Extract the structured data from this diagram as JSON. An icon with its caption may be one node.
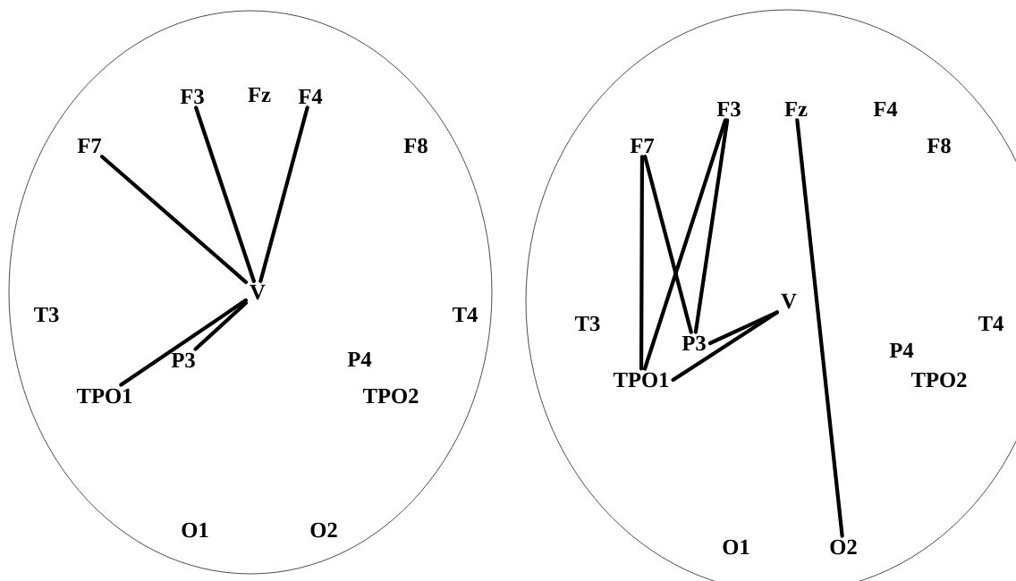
{
  "diagram": {
    "nodes": [
      {
        "text": [],
        "shape": "circle"
      },
      {
        "text": [
          "F3"
        ],
        "in": 0
      },
      {
        "text": [
          "Fz"
        ],
        "in": 0
      },
      {
        "text": [
          "F4"
        ],
        "in": 0
      },
      {
        "text": [
          "F7"
        ],
        "in": 0
      },
      {
        "text": [
          "F8"
        ],
        "in": 0
      },
      {
        "text": [
          "V"
        ],
        "in": 0
      },
      {
        "text": [
          "T3"
        ],
        "in": 0
      },
      {
        "text": [
          "T4"
        ],
        "in": 0
      },
      {
        "text": [
          "P3"
        ],
        "in": 0
      },
      {
        "text": [
          "P4"
        ],
        "in": 0
      },
      {
        "text": [
          "TPO1"
        ],
        "in": 0
      },
      {
        "text": [
          "TPO2"
        ],
        "in": 0
      },
      {
        "text": [
          "O1"
        ],
        "in": 0
      },
      {
        "text": [
          "O2"
        ],
        "in": 0
      },
      {
        "text": [],
        "shape": "circle"
      },
      {
        "text": [
          "F3"
        ],
        "in": 15
      },
      {
        "text": [
          "Fz"
        ],
        "in": 15
      },
      {
        "text": [
          "F4"
        ],
        "in": 15
      },
      {
        "text": [
          "F7"
        ],
        "in": 15
      },
      {
        "text": [
          "F8"
        ],
        "in": 15
      },
      {
        "text": [
          "V"
        ],
        "in": 15
      },
      {
        "text": [
          "T3"
        ],
        "in": 15
      },
      {
        "text": [
          "T4"
        ],
        "in": 15
      },
      {
        "text": [
          "P3"
        ],
        "in": 15
      },
      {
        "text": [
          "P4"
        ],
        "in": 15
      },
      {
        "text": [
          "TPO1"
        ],
        "in": 15
      },
      {
        "text": [
          "TPO2"
        ],
        "in": 15
      },
      {
        "text": [
          "O1"
        ],
        "in": 15
      },
      {
        "text": [
          "O2"
        ],
        "in": 15
      }
    ],
    "edges": [
      {
        "from": 4,
        "to": 6,
        "arrow": "none"
      },
      {
        "from": 1,
        "to": 6,
        "arrow": "none"
      },
      {
        "from": 3,
        "to": 6,
        "arrow": "none"
      },
      {
        "from": 11,
        "to": 6,
        "arrow": "none"
      },
      {
        "from": 9,
        "to": 6,
        "arrow": "none"
      },
      {
        "from": 19,
        "to": 26,
        "arrow": "none"
      },
      {
        "from": 19,
        "to": 24,
        "arrow": "none"
      },
      {
        "from": 16,
        "to": 24,
        "arrow": "none"
      },
      {
        "from": 16,
        "to": 26,
        "arrow": "none"
      },
      {
        "from": 26,
        "to": 21,
        "arrow": "none"
      },
      {
        "from": 24,
        "to": 21,
        "arrow": "none"
      },
      {
        "from": 17,
        "to": 29,
        "arrow": "none"
      }
    ]
  }
}
